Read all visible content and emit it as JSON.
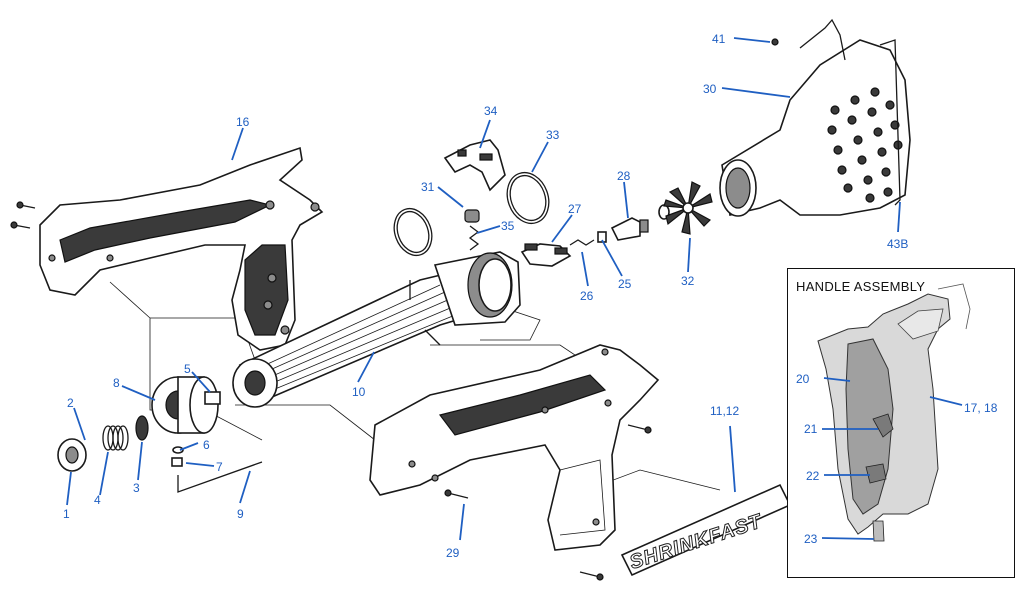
{
  "diagram": {
    "brand_text": "SHRINKFAST",
    "inset_title": "HANDLE ASSEMBLY",
    "callout_color": "#1f5fc2",
    "callouts": [
      "41",
      "30",
      "34",
      "33",
      "16",
      "31",
      "35",
      "27",
      "28",
      "43B",
      "32",
      "26",
      "25",
      "10",
      "5",
      "8",
      "2",
      "6",
      "7",
      "4",
      "3",
      "1",
      "9",
      "11,12",
      "29"
    ],
    "inset_callouts": [
      "20",
      "17, 18",
      "21",
      "22",
      "23"
    ]
  }
}
